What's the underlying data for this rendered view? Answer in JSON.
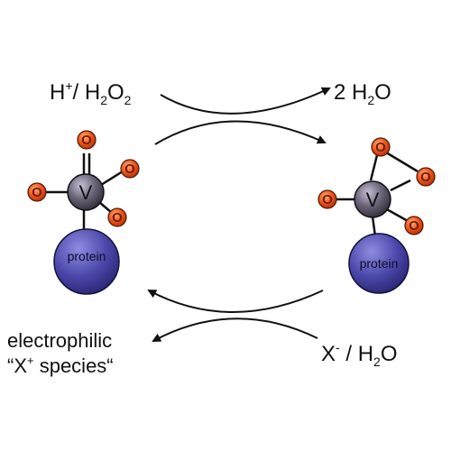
{
  "labels": {
    "top_left": {
      "a": "H",
      "a_sup": "+",
      "b": "/ H",
      "b_sub": "2",
      "c": "O",
      "c_sub": "2"
    },
    "top_right": {
      "a": "2 H",
      "b_sub": "2",
      "c": "O"
    },
    "bottom_left_line1": "electrophilic",
    "bottom_left_line2": {
      "a": "“X",
      "sup": "+",
      "b": " species“"
    },
    "bottom_right": {
      "a": "X",
      "sup": "-",
      "b": " / H",
      "b_sub": "2",
      "c": "O"
    }
  },
  "left_complex": {
    "metal": "V",
    "oxygens": [
      "O",
      "O",
      "O",
      "O"
    ],
    "support": "protein"
  },
  "right_complex": {
    "metal": "V",
    "oxygens": [
      "O",
      "O",
      "O",
      "O"
    ],
    "support": "protein"
  },
  "colors": {
    "oxygen_fill": "#e8541c",
    "metal_fill": "#6b6478",
    "protein_fill": "#4a46a8",
    "arrow": "#111111"
  }
}
